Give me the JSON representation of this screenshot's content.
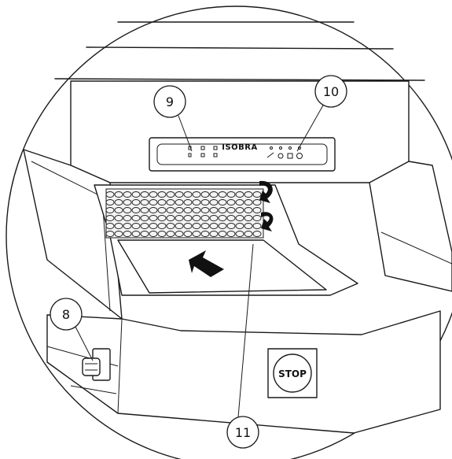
{
  "diagram": {
    "callouts": [
      {
        "id": "callout-9",
        "label": "9"
      },
      {
        "id": "callout-10",
        "label": "10"
      },
      {
        "id": "callout-8",
        "label": "8"
      },
      {
        "id": "callout-11",
        "label": "11"
      }
    ],
    "brand_label": "ISOBRA",
    "stop_button_label": "STOP"
  }
}
